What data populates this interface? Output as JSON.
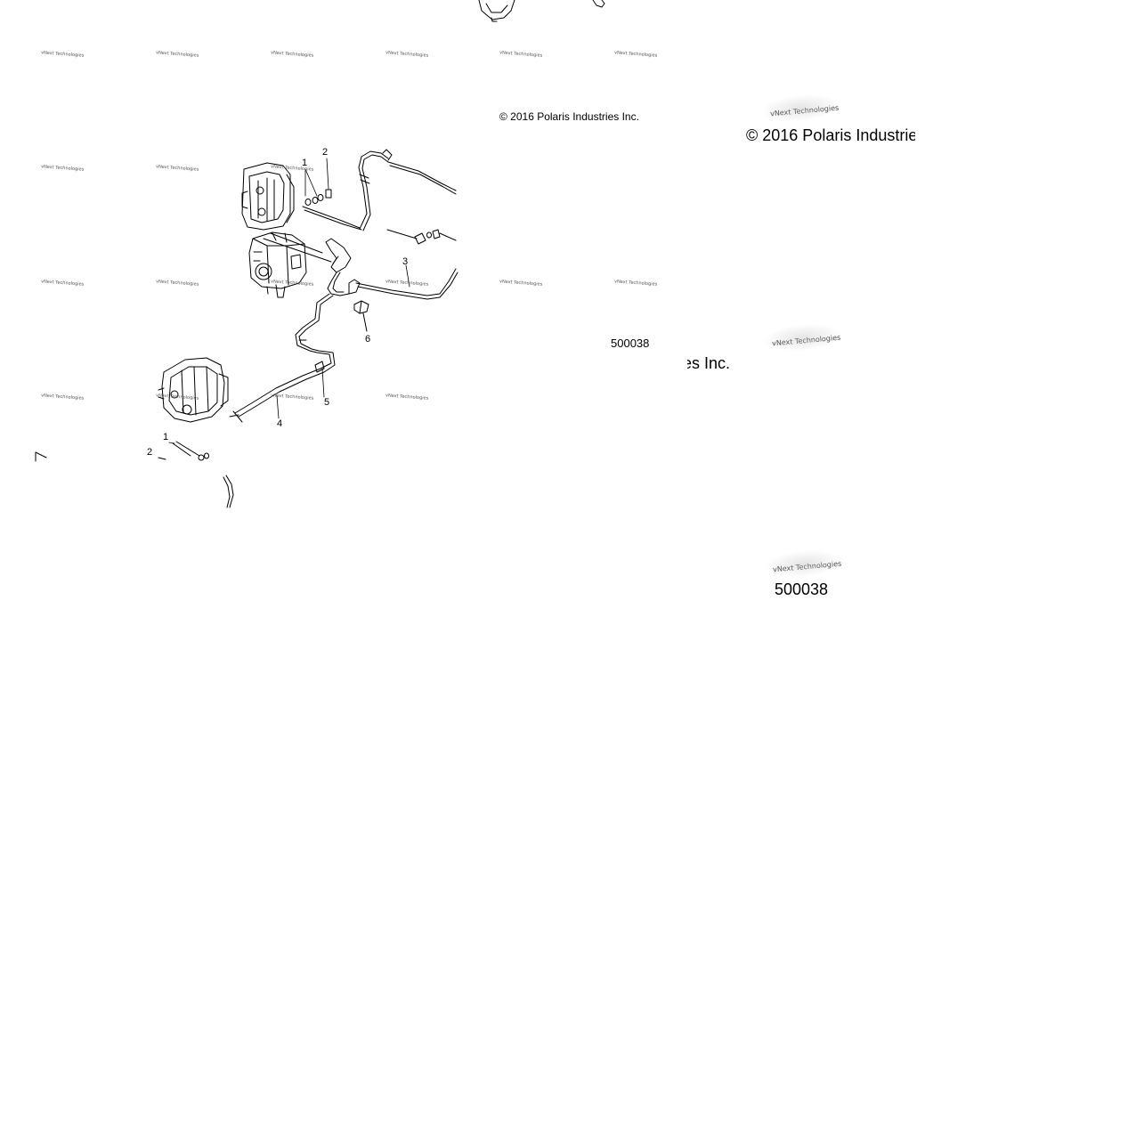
{
  "watermark": "vNext Technologies",
  "copyright": "© 2016 Polaris Industries Inc.",
  "copyright_large_visible": "© 2016 Polaris Industrie",
  "copyright_fragment": "es Inc.",
  "drawing_number": "500038",
  "callouts": {
    "c1_top": "1",
    "c2_top": "2",
    "c3": "3",
    "c4": "4",
    "c5": "5",
    "c6": "6",
    "c1_bottom": "1",
    "c2_bottom": "2"
  },
  "colors": {
    "line": "#000000",
    "background": "#ffffff",
    "watermark": "#555555"
  }
}
